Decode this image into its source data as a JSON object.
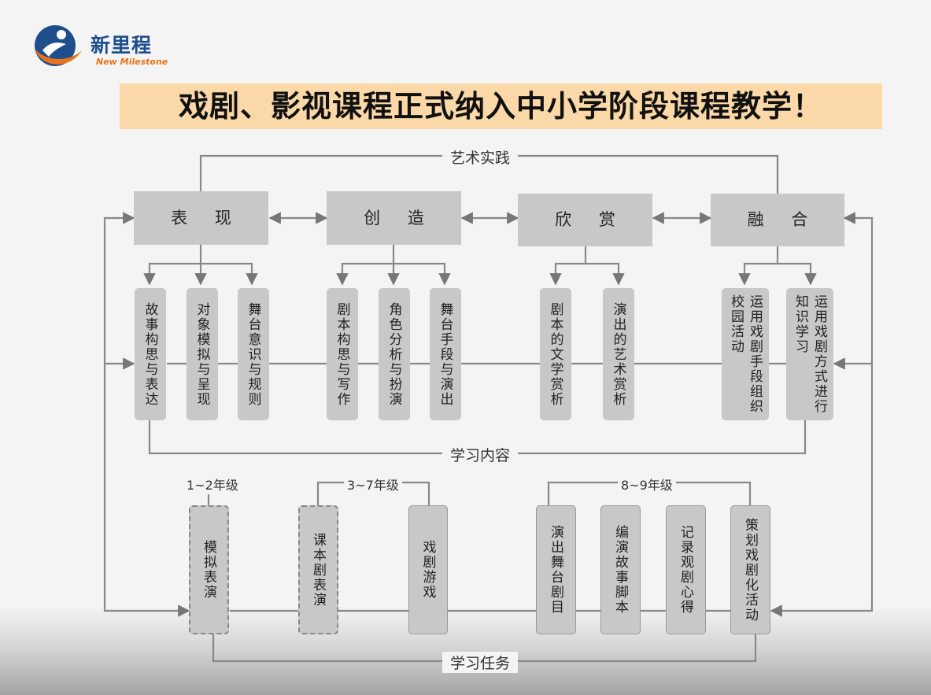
{
  "brand": {
    "name_cn": "新里程",
    "name_en": "New Milestone",
    "colors": {
      "blue": "#1f4e8c",
      "orange": "#e8731c"
    }
  },
  "title": "戏剧、影视课程正式纳入中小学阶段课程教学！",
  "labels": {
    "art_practice": "艺术实践",
    "learning_content": "学习内容",
    "learning_tasks": "学习任务"
  },
  "categories": [
    {
      "name": "表  现",
      "children": [
        "故事构思与表达",
        "对象模拟与呈现",
        "舞台意识与规则"
      ]
    },
    {
      "name": "创  造",
      "children": [
        "剧本构思与写作",
        "角色分析与扮演",
        "舞台手段与演出"
      ]
    },
    {
      "name": "欣  赏",
      "children": [
        "剧本的文学赏析",
        "演出的艺术赏析"
      ]
    },
    {
      "name": "融  合",
      "children": [
        "运用戏剧手段组织校园活动",
        "运用戏剧方式进行知识学习"
      ]
    }
  ],
  "grades": [
    {
      "label": "1~2年级",
      "tasks": [
        "模拟表演"
      ]
    },
    {
      "label": "3~7年级",
      "tasks": [
        "课本剧表演",
        "戏剧游戏"
      ]
    },
    {
      "label": "8~9年级",
      "tasks": [
        "演出舞台剧目",
        "编演故事脚本",
        "记录观剧心得",
        "策划戏剧化活动"
      ]
    }
  ]
}
